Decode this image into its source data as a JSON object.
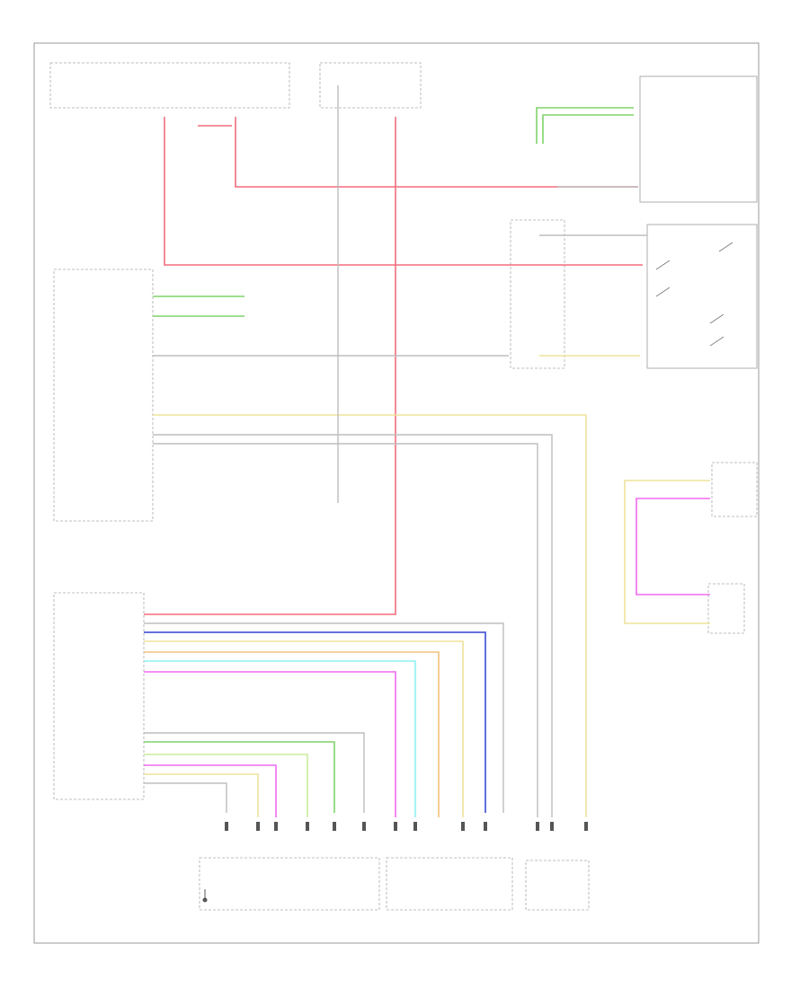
{
  "diagram": {
    "footer_code": "",
    "wire_colors": {
      "red": "#f26d7d",
      "green": "#7fd36b",
      "blue": "#4f5fd8",
      "yellow": "#efe39a",
      "magenta": "#f06bf0",
      "cyan": "#8ff0f0",
      "orange": "#f4c27a",
      "light_green": "#c8ec9c",
      "gray": "#bdbdbd",
      "black": "#555555"
    },
    "icons": [
      "ground-symbol",
      "switch-symbol",
      "connector-symbol"
    ]
  }
}
